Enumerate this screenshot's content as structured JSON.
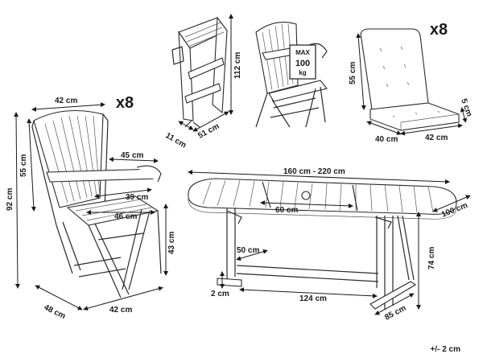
{
  "chair_set": {
    "quantity": "x8",
    "dims": {
      "back_width": "42 cm",
      "back_height": "55 cm",
      "total_height": "92 cm",
      "arm_length": "45 cm",
      "seat_width": "39 cm",
      "seat_depth": "46 cm",
      "seat_height": "43 cm",
      "depth": "48 cm",
      "width": "42 cm"
    }
  },
  "folded_chair": {
    "dims": {
      "height": "112 cm",
      "thickness": "11 cm",
      "width": "51 cm"
    }
  },
  "load_badge": {
    "line1": "MAX",
    "line2": "100",
    "line3": "kg"
  },
  "cushion_set": {
    "quantity": "x8",
    "dims": {
      "back_height": "55 cm",
      "thickness": "5 cm",
      "depth": "40 cm",
      "width": "42 cm"
    }
  },
  "table": {
    "dims": {
      "length": "160 cm - 220 cm",
      "extension": "60 cm",
      "width": "100 cm",
      "height": "74 cm",
      "leg_clearance": "50 cm",
      "beam_length": "124 cm",
      "leg_thickness": "2 cm",
      "leg_depth": "85 cm"
    }
  },
  "tolerance": "+/- 2 cm"
}
